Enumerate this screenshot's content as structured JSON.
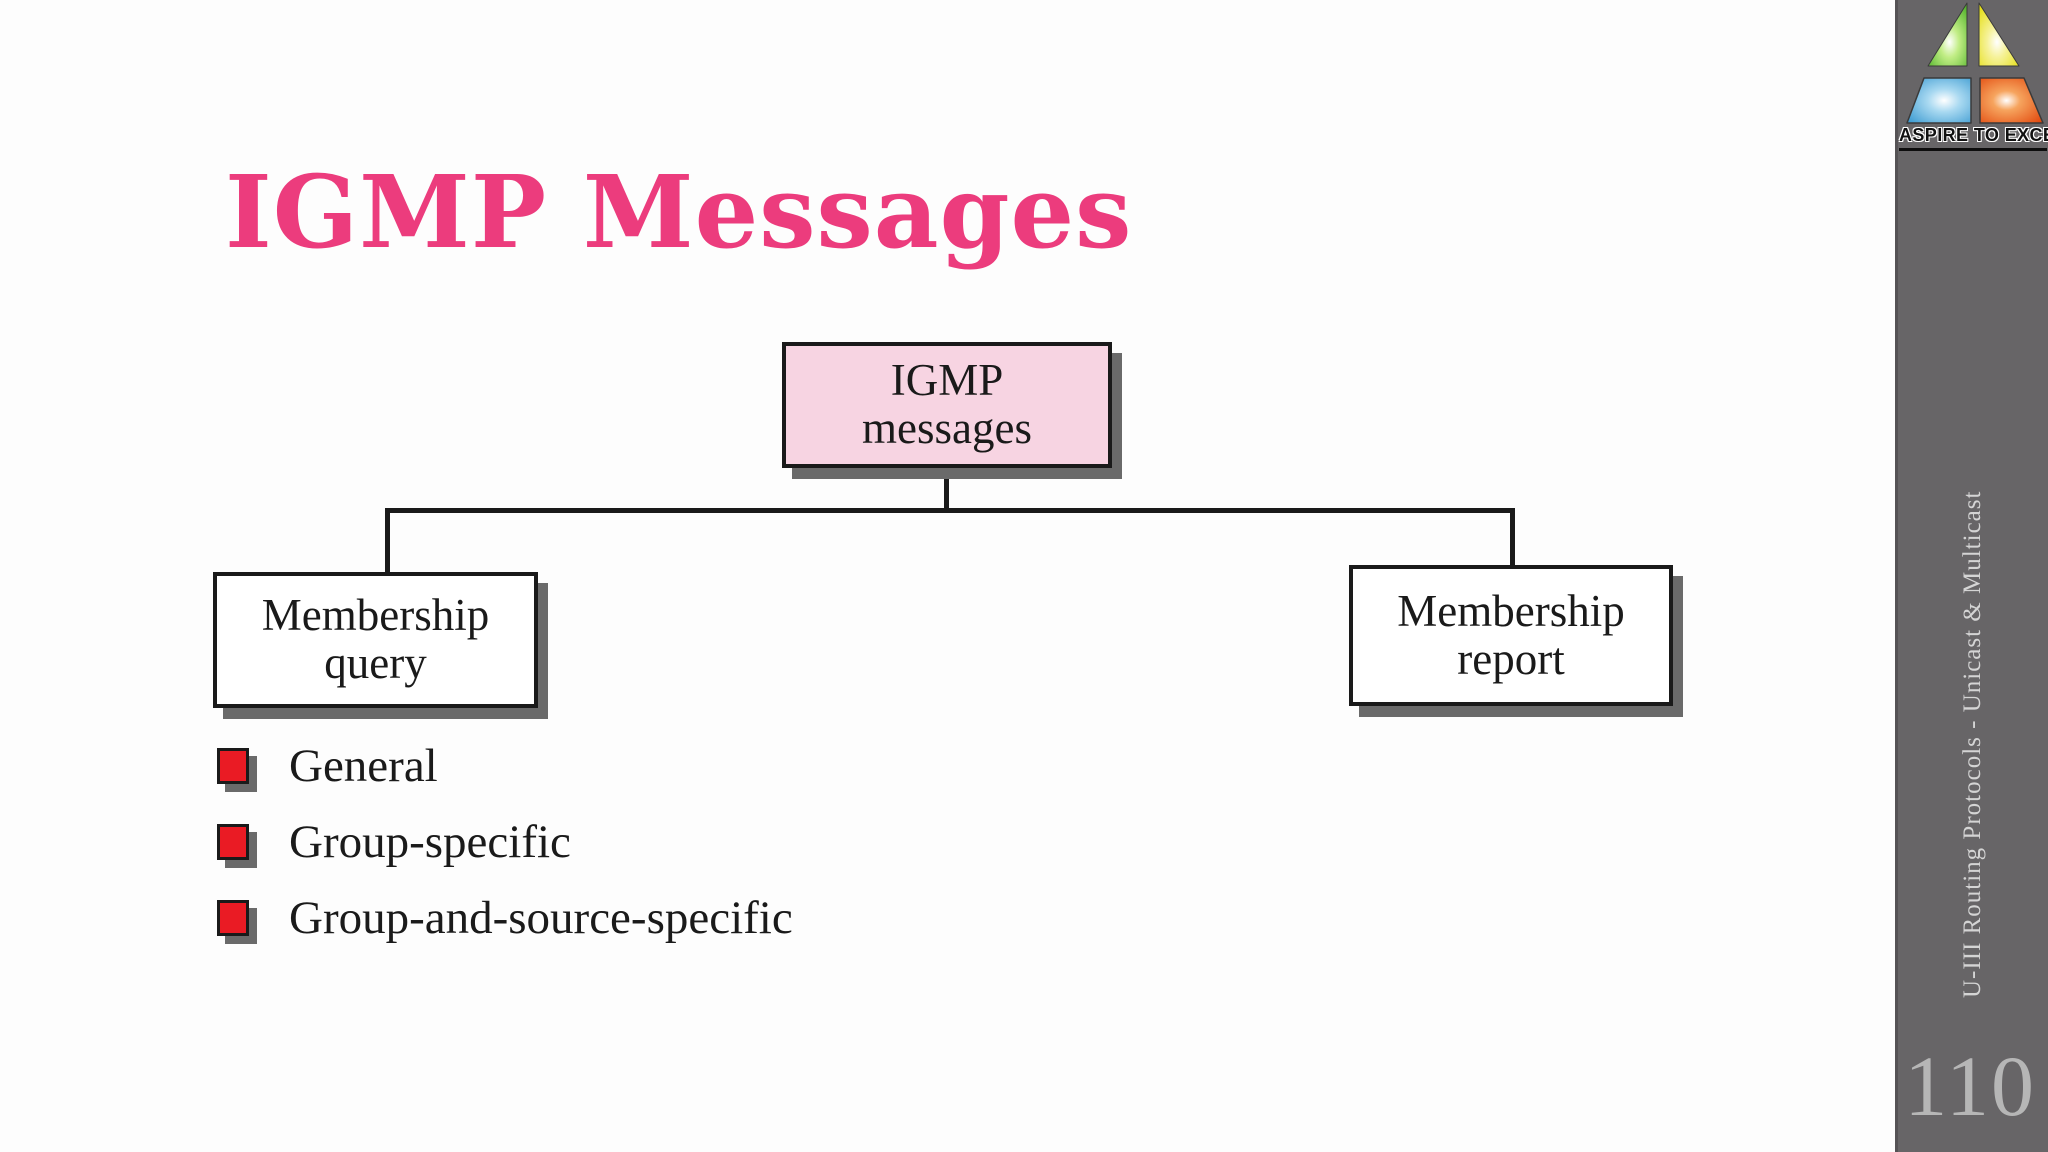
{
  "slide": {
    "title": "IGMP Messages"
  },
  "diagram": {
    "root": {
      "line1": "IGMP",
      "line2": "messages"
    },
    "left_child": {
      "line1": "Membership",
      "line2": "query"
    },
    "right_child": {
      "line1": "Membership",
      "line2": "report"
    }
  },
  "bullets": {
    "items": [
      "General",
      "Group-specific",
      "Group-and-source-specific"
    ]
  },
  "sidebar": {
    "logo_caption": "ASPIRE TO EXCEL",
    "vertical_label": "U-III Routing Protocols - Unicast & Multicast",
    "page_number": "110"
  },
  "colors": {
    "title_pink": "#ec3c7d",
    "root_box_fill": "#f7d4e2",
    "child_box_fill": "#ffffff",
    "box_border": "#1a1a1a",
    "shadow_gray": "#6a6a6a",
    "bullet_red": "#ea1b24",
    "sidebar_gray": "#676567",
    "sidebar_text": "#d4d4d4",
    "page_number_gray": "#b6b6b6",
    "logo_green": "#57b42c",
    "logo_yellow": "#e8e313",
    "logo_blue": "#3d9bd1",
    "logo_orange": "#e84d10"
  }
}
